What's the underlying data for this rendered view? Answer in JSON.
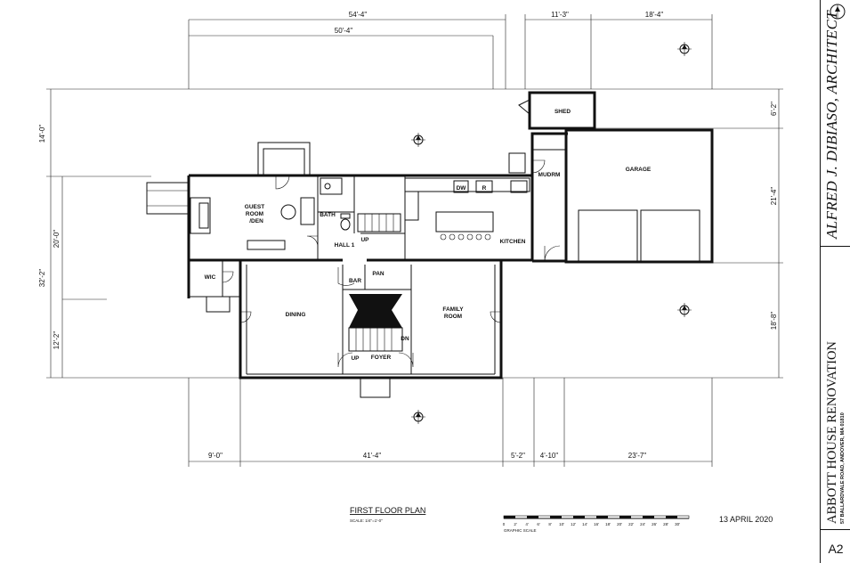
{
  "dimensions": {
    "top_overall": "54'-4\"",
    "top_inner": "50'-4\"",
    "top_right_a": "11'-3\"",
    "top_right_b": "18'-4\"",
    "left_top": "14'-0\"",
    "left_mid": "20'-0\"",
    "left_overall": "32'-2\"",
    "left_bottom": "12'-2\"",
    "right_top": "6'-2\"",
    "right_mid": "21'-4\"",
    "right_bottom": "18'-8\"",
    "bottom_a": "9'-0\"",
    "bottom_b": "41'-4\"",
    "bottom_c": "5'-2\"",
    "bottom_d": "4'-10\"",
    "bottom_e": "23'-7\""
  },
  "rooms": {
    "guest_room_1": "GUEST",
    "guest_room_2": "ROOM",
    "guest_room_3": "/DEN",
    "bath": "BATH",
    "hall": "HALL 1",
    "up_hall": "UP",
    "dw": "DW",
    "refrigerator": "R",
    "kitchen": "KITCHEN",
    "mudrm": "MUDRM",
    "shed": "SHED",
    "garage": "GARAGE",
    "wic": "WIC",
    "bar": "BAR",
    "pan": "PAN",
    "dining": "DINING",
    "family_1": "FAMILY",
    "family_2": "ROOM",
    "dn": "DN",
    "up_foyer": "UP",
    "foyer": "FOYER"
  },
  "plan_title": {
    "title": "FIRST FLOOR PLAN",
    "scale": "SCALE: 1/4\"=1'-0\"",
    "date": "13 APRIL 2020"
  },
  "graphic_scale": {
    "label": "GRAPHIC SCALE",
    "ticks": [
      "0",
      "2'",
      "4'",
      "6'",
      "8'",
      "10'",
      "12'",
      "14'",
      "16'",
      "18'",
      "20'",
      "22'",
      "24'",
      "26'",
      "28'",
      "30'"
    ]
  },
  "title_block": {
    "architect": "ALFRED J. DIBIASO, ARCHITECT",
    "project": "ABBOTT HOUSE RENOVATION",
    "address": "57 BALLARDVALE ROAD, ANDOVER, MA 01810",
    "sheet": "A2"
  },
  "icons": [
    "north-arrow-icon",
    "elevation-marker-icon",
    "door-swing-icon",
    "stair-icon",
    "toilet-icon",
    "sink-icon"
  ]
}
